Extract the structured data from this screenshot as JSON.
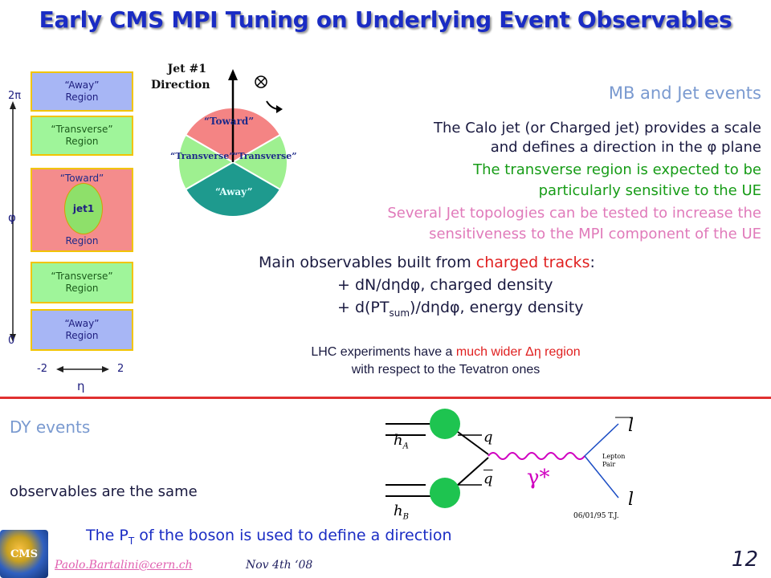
{
  "title": "Early CMS MPI Tuning on Underlying Event Observables",
  "grid": {
    "away_top": "“Away” Region",
    "transverse_top": "“Transverse” Region",
    "toward_label": "“Toward”",
    "jet_label": "jet1",
    "region_label": "Region",
    "transverse_bottom": "“Transverse” Region",
    "away_bottom": "“Away” Region",
    "phi_top": "2π",
    "phi_label": "φ",
    "phi_bottom": "0",
    "eta_left": "-2",
    "eta_right": "2",
    "eta_label": "η"
  },
  "circle": {
    "jet_dir_line1": "Jet #1",
    "jet_dir_line2": "Direction",
    "toward": "“Toward”",
    "transverse_left": "“Transverse”",
    "transverse_right": "“Transverse”",
    "away": "“Away”"
  },
  "mb": {
    "heading": "MB and Jet events",
    "line1": "The Calo jet (or Charged jet) provides a scale",
    "line2": "and defines a direction in the φ plane",
    "line3": "The transverse region is expected to be",
    "line4": "particularly sensitive to the UE",
    "line5": "Several Jet topologies can be tested to increase the",
    "line6": "sensitiveness to the MPI component of the UE"
  },
  "observables": {
    "intro_pre": "Main observables built from ",
    "intro_red": "charged tracks",
    "intro_post": ":",
    "item1": "+ dN/dηdφ, charged density",
    "item2_pre": "+ d(PT",
    "item2_sub": "sum",
    "item2_post": ")/dηdφ, energy density"
  },
  "lhc": {
    "pre": "LHC experiments have a ",
    "red": "much wider Δη region",
    "line2": "with respect to the Tevatron ones"
  },
  "dy": {
    "heading": "DY events",
    "observables_same": "observables are the same",
    "boson_pre": "The P",
    "boson_sub": "T",
    "boson_post": " of the boson is used to define a direction"
  },
  "feynman": {
    "hA": "h",
    "hA_sub": "A",
    "hB": "h",
    "hB_sub": "B",
    "q": "q",
    "qbar": "q",
    "gamma": "γ*",
    "l_top": "l",
    "l_bottom": "l",
    "lepton_pair1": "Lepton",
    "lepton_pair2": "Pair",
    "stamp": "06/01/95 T.J."
  },
  "footer": {
    "logo_text": "CMS",
    "email": "Paolo.Bartalini@cern.ch",
    "date": "Nov 4th ‘08",
    "page": "12"
  },
  "colors": {
    "title": "#1a2cc4",
    "divider": "#e03030",
    "away": "#a7b6f5",
    "transverse": "#9ff59a",
    "toward": "#f48c8c",
    "jet": "#8ee06a"
  }
}
